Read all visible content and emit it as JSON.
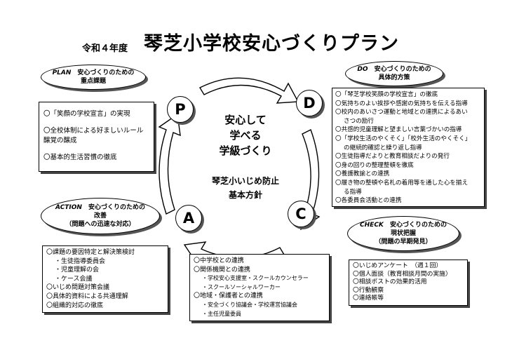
{
  "header": {
    "year": "令和４年度",
    "title": "琴芝小学校安心づくりプラン"
  },
  "center": {
    "line1": "安心して",
    "line2": "学べる",
    "line3": "学級づくり",
    "line4": "琴芝小いじめ防止",
    "line5": "基本方針"
  },
  "pdca": {
    "p": "P",
    "d": "D",
    "c": "C",
    "a": "A"
  },
  "plan": {
    "tag": "PLAN",
    "title1": "安心づくりのための",
    "title2": "重点課題",
    "items": [
      "〇「笑顔の学校宣言」の実現",
      "〇全校体制による好ましいルール",
      "醸覚の醸成",
      "〇基本的生活習慣の徹底"
    ]
  },
  "do": {
    "tag": "DO",
    "title1": "安心づくりのための",
    "title2": "具体的方策",
    "items": [
      "〇「琴芝学校笑顔の学校宣言」の徹底",
      "〇気持ちのよい挨拶や感謝の気持ちを伝える指導",
      "〇校内のあいさつ運動と地域との連携によるあい",
      "さつの励行",
      "〇共感的児童理解と望ましい言葉づかいの指導",
      "〇「学校生活のやくそく」「校外生活のやくそく」",
      "の継続的確認と繰り返し指導",
      "〇生徒指導だよりと教育相談だよりの発行",
      "〇身の回りの整理整頓を徹底",
      "〇養護教諭との連携",
      "〇履き物の整頓や名札の着用等を通した心を揃え",
      "る指導",
      "〇各委員会活動との連携"
    ]
  },
  "action": {
    "tag": "ACTION",
    "title1": "安心づくりのための",
    "title2": "改善",
    "title3": "（問題への迅速な対応）",
    "items": [
      "〇課題の要因特定と解決策検討",
      "・生徒指導委員会",
      "・児童理解の会",
      "・ケース会議",
      "〇いじめ問題対策会議",
      "〇具体的資料による共通理解",
      "〇組織的対応の徹底"
    ]
  },
  "check": {
    "tag": "CHECK",
    "title1": "安心づくりのための",
    "title2": "現状把握",
    "title3": "（問題の早期発見）",
    "items": [
      "〇いじめアンケート　（週１回）",
      "〇個人面談（教育相談月間の実施）",
      "〇相談ポストの効果的活用",
      "〇行動観察",
      "〇連絡帳等"
    ]
  },
  "partners": {
    "items": [
      "〇中学校との連携",
      "〇関係機関との連携",
      "・学校安心支援室・スクールカウンセラー",
      "・スクールソーシャルワーカー",
      "〇地域・保護者との連携",
      "・安全づくり協議会・学校運営協議会",
      "・主任児童委員"
    ]
  }
}
